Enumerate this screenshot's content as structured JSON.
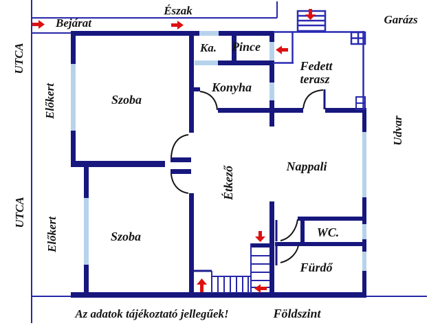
{
  "plan": {
    "floor_label": "Földszint",
    "disclaimer": "Az adatok tájékoztató jellegűek!"
  },
  "labels": {
    "eszak": "Észak",
    "bejarat": "Bejárat",
    "garazs": "Garázs",
    "utca_top": "UTCA",
    "utca_bottom": "UTCA",
    "elokert_top": "Előkert",
    "elokert_bottom": "Előkert",
    "udvar": "Udvar",
    "szoba_top": "Szoba",
    "szoba_bottom": "Szoba",
    "ka": "Ka.",
    "pince": "Pince",
    "konyha": "Konyha",
    "fedett_terasz_line1": "Fedett",
    "fedett_terasz_line2": "terasz",
    "nappali": "Nappali",
    "etkezo": "Étkező",
    "wc": "WC.",
    "furdo": "Fürdő",
    "foldszint": "Földszint",
    "disclaimer": "Az adatok tájékoztató jellegűek!"
  },
  "icons": {
    "direction_arrows": [
      "right-at-bejarat",
      "right-below-eszak",
      "down-at-outdoor-stairs",
      "left-into-pince-lobby",
      "down-at-inner-stairs",
      "up-at-stair-landing",
      "left-at-stair-bottom"
    ]
  },
  "colors": {
    "wall": "#17177e",
    "thin_line": "#2626a8",
    "terrace_line": "#2a2ab4",
    "window": "#b7d3eb",
    "arrow": "#dd1111",
    "text": "#151515",
    "background": "#ffffff"
  }
}
